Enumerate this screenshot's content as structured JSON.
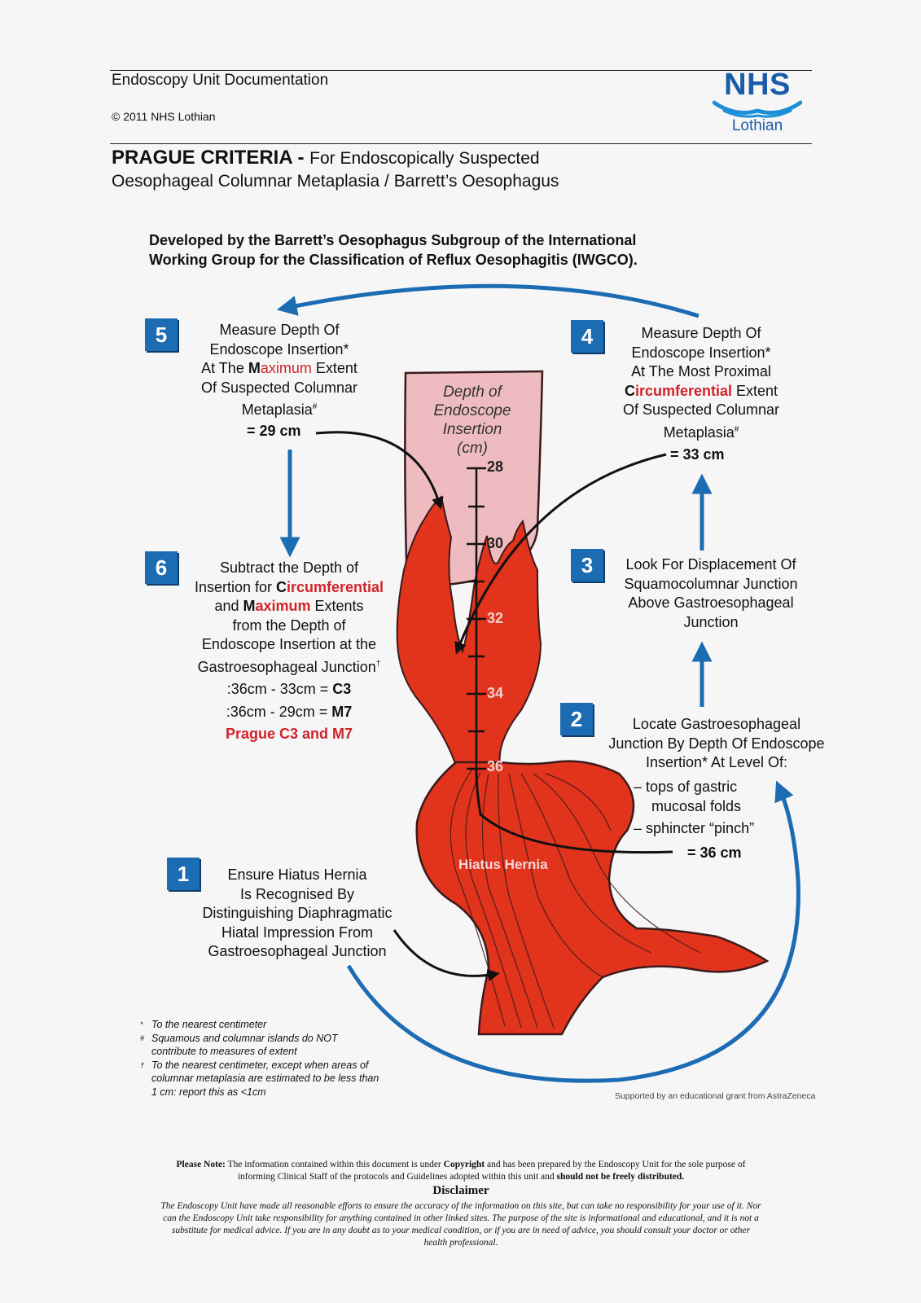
{
  "header": {
    "unit_doc": "Endoscopy Unit Documentation",
    "copyright": "© 2011 NHS Lothian",
    "logo_nhs": "NHS",
    "logo_region": "Lothian"
  },
  "title": {
    "main": "PRAGUE CRITERIA - ",
    "line1_rest": "For Endoscopically Suspected",
    "line2": "Oesophageal Columnar Metaplasia / Barrett’s Oesophagus"
  },
  "developed_by": {
    "line1": "Developed by the Barrett’s Oesophagus Subgroup of the International",
    "line2": "Working Group for the Classification of Reflux Oesophagitis (IWGCO)."
  },
  "diagram": {
    "depth_label": [
      "Depth of",
      "Endoscope",
      "Insertion",
      "(cm)"
    ],
    "ticks": [
      "28",
      "30",
      "32",
      "34",
      "36"
    ],
    "hernia_label": "Hiatus Hernia"
  },
  "steps": {
    "s1": {
      "num": "1",
      "lines": [
        "Ensure Hiatus Hernia",
        "Is Recognised By",
        "Distinguishing Diaphragmatic",
        "Hiatal Impression From",
        "Gastroesophageal Junction"
      ]
    },
    "s2": {
      "num": "2",
      "lines": [
        "Locate Gastroesophageal",
        "Junction By Depth Of Endoscope",
        "Insertion* At Level Of:"
      ],
      "bullet1a": "– tops of gastric",
      "bullet1b": "mucosal folds",
      "bullet2": "– sphincter “pinch”",
      "value": "= 36 cm"
    },
    "s3": {
      "num": "3",
      "lines": [
        "Look For Displacement Of",
        "Squamocolumnar Junction",
        "Above Gastroesophageal",
        "Junction"
      ]
    },
    "s4": {
      "num": "4",
      "line1": "Measure Depth Of",
      "line2": "Endoscope Insertion*",
      "line3": "At The Most Proximal",
      "line4_hl_letter": "C",
      "line4_hl_rest": "ircumferential",
      "line4_tail": " Extent",
      "line5": "Of Suspected Columnar",
      "line6": "Metaplasia",
      "line6_sup": "#",
      "value": "= 33 cm"
    },
    "s5": {
      "num": "5",
      "line1": "Measure Depth Of",
      "line2": "Endoscope Insertion*",
      "line3_head": "At The ",
      "line3_hl_letter": "M",
      "line3_hl_rest": "aximum",
      "line3_tail": " Extent",
      "line4": "Of Suspected Columnar",
      "line5": "Metaplasia",
      "line5_sup": "#",
      "value": "= 29 cm"
    },
    "s6": {
      "num": "6",
      "line1": "Subtract the Depth of",
      "line2_head": "Insertion for ",
      "line2_hl_letter": "C",
      "line2_hl_rest": "ircumferential",
      "line3_head": "and ",
      "line3_hl_letter": "M",
      "line3_hl_rest": "aximum",
      "line3_tail": " Extents",
      "line4": "from the Depth of",
      "line5": "Endoscope Insertion at the",
      "line6": "Gastroesophageal Junction",
      "line6_sup": "†",
      "calc1_head": ":36cm - 33cm = ",
      "calc1_bold": "C3",
      "calc2_head": ":36cm - 29cm = ",
      "calc2_bold": "M7",
      "result": "Prague C3 and M7"
    }
  },
  "footnotes": {
    "f1_mark": "*",
    "f1": "To the nearest centimeter",
    "f2_mark": "#",
    "f2a": "Squamous and columnar islands do NOT",
    "f2b": "contribute to measures of extent",
    "f3_mark": "†",
    "f3a": "To the nearest centimeter, except when areas of",
    "f3b": "columnar metaplasia are estimated to be less than",
    "f3c": "1 cm: report this as <1cm"
  },
  "support": "Supported by an educational grant from AstraZeneca",
  "note": {
    "please_label": "Please Note:",
    "p1": " The information contained within this document is under ",
    "copyright_word": "Copyright",
    "p2": " and has been prepared by the Endoscopy Unit for the sole purpose of",
    "p3": "informing Clinical Staff of the protocols and Guidelines adopted within this unit and ",
    "p3_bold": "should not be freely distributed.",
    "disclaimer_title": "Disclaimer",
    "d1": "The Endoscopy Unit have made all reasonable efforts to ensure the accuracy of the information on this site, but can take no responsibility for your use of it. Nor",
    "d2": "can the Endoscopy Unit take responsibility for anything contained in other linked sites. The purpose of the site is informational and educational, and it is not a",
    "d3": "substitute for medical advice. If you are in any doubt as to your medical condition, or if you are in need of advice, you should consult your doctor or other",
    "d4": "health professional."
  },
  "colors": {
    "nhs_blue": "#1a5ca8",
    "step_blue": "#1c6cb3",
    "tissue_red": "#e2331c",
    "tissue_pink": "#eebcc0",
    "highlight_red": "#d1222a"
  },
  "icons": [
    "nhs-logo",
    "curved-arrow",
    "straight-arrow"
  ]
}
